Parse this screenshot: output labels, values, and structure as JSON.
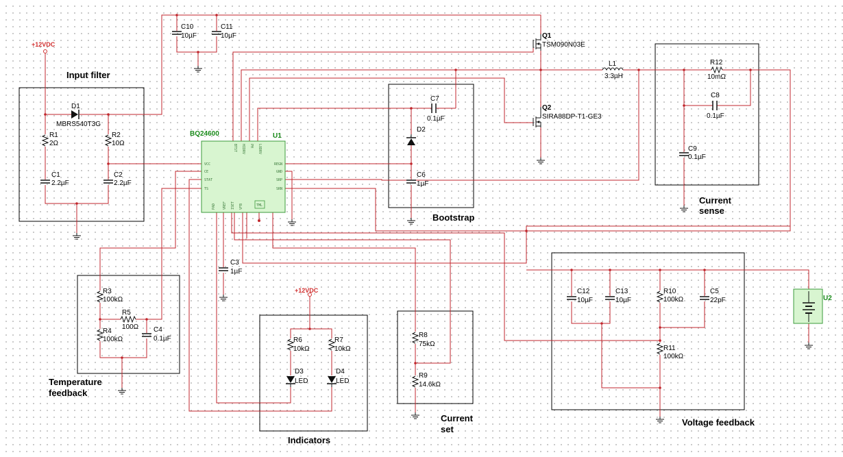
{
  "blocks": {
    "input_filter": "Input filter",
    "bootstrap": "Bootstrap",
    "current_sense_1": "Current",
    "current_sense_2": "sense",
    "temperature_1": "Temperature",
    "temperature_2": "feedback",
    "indicators": "Indicators",
    "current_set_1": "Current",
    "current_set_2": "set",
    "voltage_feedback": "Voltage feedback"
  },
  "power": {
    "input": "+12VDC",
    "indicators": "+12VDC"
  },
  "ic": {
    "part": "BQ24600",
    "ref": "U1",
    "pins": {
      "vcc": "VCC",
      "ce": "CE",
      "stat": "STAT",
      "ts": "TS",
      "btst": "BTST",
      "hidrv": "HIDRV",
      "ph": "PH",
      "lodrv": "LODRV",
      "regn": "REGN",
      "gnd": "GND",
      "srp": "SRP",
      "srn": "SRN",
      "vref": "VREF",
      "iset": "ISET",
      "vfb": "VFB",
      "pad": "PAD",
      "tml": "TML"
    }
  },
  "battery": {
    "ref": "U2"
  },
  "components": {
    "D1": {
      "ref": "D1",
      "value": "MBRS540T3G"
    },
    "R1": {
      "ref": "R1",
      "value": "2Ω"
    },
    "R2": {
      "ref": "R2",
      "value": "10Ω"
    },
    "C1": {
      "ref": "C1",
      "value": "2.2µF"
    },
    "C2": {
      "ref": "C2",
      "value": "2.2µF"
    },
    "C10": {
      "ref": "C10",
      "value": "10µF"
    },
    "C11": {
      "ref": "C11",
      "value": "10µF"
    },
    "Q1": {
      "ref": "Q1",
      "value": "TSM090N03E"
    },
    "Q2": {
      "ref": "Q2",
      "value": "SIRA88DP-T1-GE3"
    },
    "L1": {
      "ref": "L1",
      "value": "3.3µH"
    },
    "R12": {
      "ref": "R12",
      "value": "10mΩ"
    },
    "C8": {
      "ref": "C8",
      "value": "0.1µF"
    },
    "C9": {
      "ref": "C9",
      "value": "0.1µF"
    },
    "C7": {
      "ref": "C7",
      "value": "0.1µF"
    },
    "D2": {
      "ref": "D2"
    },
    "C6": {
      "ref": "C6",
      "value": "1µF"
    },
    "C3": {
      "ref": "C3",
      "value": "1µF"
    },
    "R3": {
      "ref": "R3",
      "value": "100kΩ"
    },
    "R4": {
      "ref": "R4",
      "value": "100kΩ"
    },
    "R5": {
      "ref": "R5",
      "value": "100Ω"
    },
    "C4": {
      "ref": "C4",
      "value": "0.1µF"
    },
    "R6": {
      "ref": "R6",
      "value": "10kΩ"
    },
    "R7": {
      "ref": "R7",
      "value": "10kΩ"
    },
    "D3": {
      "ref": "D3",
      "value": "LED"
    },
    "D4": {
      "ref": "D4",
      "value": "LED"
    },
    "R8": {
      "ref": "R8",
      "value": "75kΩ"
    },
    "R9": {
      "ref": "R9",
      "value": "14.6kΩ"
    },
    "C12": {
      "ref": "C12",
      "value": "10µF"
    },
    "C13": {
      "ref": "C13",
      "value": "10µF"
    },
    "R10": {
      "ref": "R10",
      "value": "100kΩ"
    },
    "C5": {
      "ref": "C5",
      "value": "22pF"
    },
    "R11": {
      "ref": "R11",
      "value": "100kΩ"
    }
  }
}
